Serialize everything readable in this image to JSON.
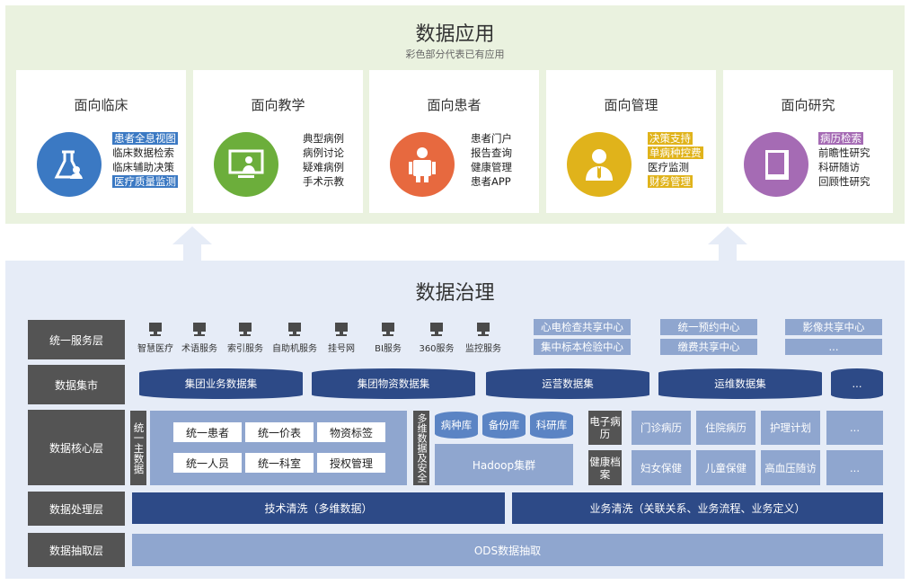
{
  "top": {
    "title": "数据应用",
    "subtitle": "彩色部分代表已有应用",
    "cards": [
      {
        "title": "面向临床",
        "icon": "flask-person-icon",
        "color": "#3b79c3",
        "items": [
          {
            "text": "患者全息视图",
            "hl": true
          },
          {
            "text": "临床数据检索",
            "hl": false
          },
          {
            "text": "临床辅助决策",
            "hl": false
          },
          {
            "text": "医疗质量监测",
            "hl": true
          }
        ],
        "hl_color": "#3b79c3"
      },
      {
        "title": "面向教学",
        "icon": "presentation-board-icon",
        "color": "#6cae3b",
        "items": [
          {
            "text": "典型病例",
            "hl": false
          },
          {
            "text": "病例讨论",
            "hl": false
          },
          {
            "text": "疑难病例",
            "hl": false
          },
          {
            "text": "手术示教",
            "hl": false
          }
        ],
        "hl_color": "#6cae3b"
      },
      {
        "title": "面向患者",
        "icon": "patient-icon",
        "color": "#e7693f",
        "items": [
          {
            "text": "患者门户",
            "hl": false
          },
          {
            "text": "报告查询",
            "hl": false
          },
          {
            "text": "健康管理",
            "hl": false
          },
          {
            "text": "患者APP",
            "hl": false
          }
        ],
        "hl_color": "#e7693f"
      },
      {
        "title": "面向管理",
        "icon": "manager-icon",
        "color": "#e0b31b",
        "items": [
          {
            "text": "决策支持",
            "hl": true
          },
          {
            "text": "单病种控费",
            "hl": true
          },
          {
            "text": "医疗监测",
            "hl": false
          },
          {
            "text": "财务管理",
            "hl": true
          }
        ],
        "hl_color": "#e0b31b"
      },
      {
        "title": "面向研究",
        "icon": "book-icon",
        "color": "#a56bb4",
        "items": [
          {
            "text": "病历检索",
            "hl": true
          },
          {
            "text": "前瞻性研究",
            "hl": false
          },
          {
            "text": "科研随访",
            "hl": false
          },
          {
            "text": "回顾性研究",
            "hl": false
          }
        ],
        "hl_color": "#a56bb4"
      }
    ]
  },
  "governance": {
    "title": "数据治理",
    "layers": [
      "统一服务层",
      "数据集市",
      "数据核心层",
      "数据处理层",
      "数据抽取层"
    ],
    "services": [
      "智慧医疗",
      "术语服务",
      "索引服务",
      "自助机服务",
      "挂号网",
      "BI服务",
      "360服务",
      "监控服务"
    ],
    "service_tags": [
      "心电检查共享中心",
      "统一预约中心",
      "影像共享中心",
      "集中标本检验中心",
      "缴费共享中心",
      "..."
    ],
    "marts": [
      "集团业务数据集",
      "集团物资数据集",
      "运营数据集",
      "运维数据集",
      "..."
    ],
    "core": {
      "master_label": "统一主数据",
      "master_items": [
        "统一患者",
        "统一价表",
        "物资标签",
        "统一人员",
        "统一科室",
        "授权管理"
      ],
      "multi_label": "多维数据及安全",
      "dbs": [
        "病种库",
        "备份库",
        "科研库"
      ],
      "hadoop": "Hadoop集群",
      "emr_label": "电子病历",
      "emr_items": [
        "门诊病历",
        "住院病历",
        "护理计划",
        "..."
      ],
      "health_label": "健康档案",
      "health_items": [
        "妇女保健",
        "儿童保健",
        "高血压随访",
        "..."
      ]
    },
    "processing": [
      "技术清洗（多维数据）",
      "业务清洗（关联关系、业务流程、业务定义）"
    ],
    "extraction": "ODS数据抽取"
  }
}
